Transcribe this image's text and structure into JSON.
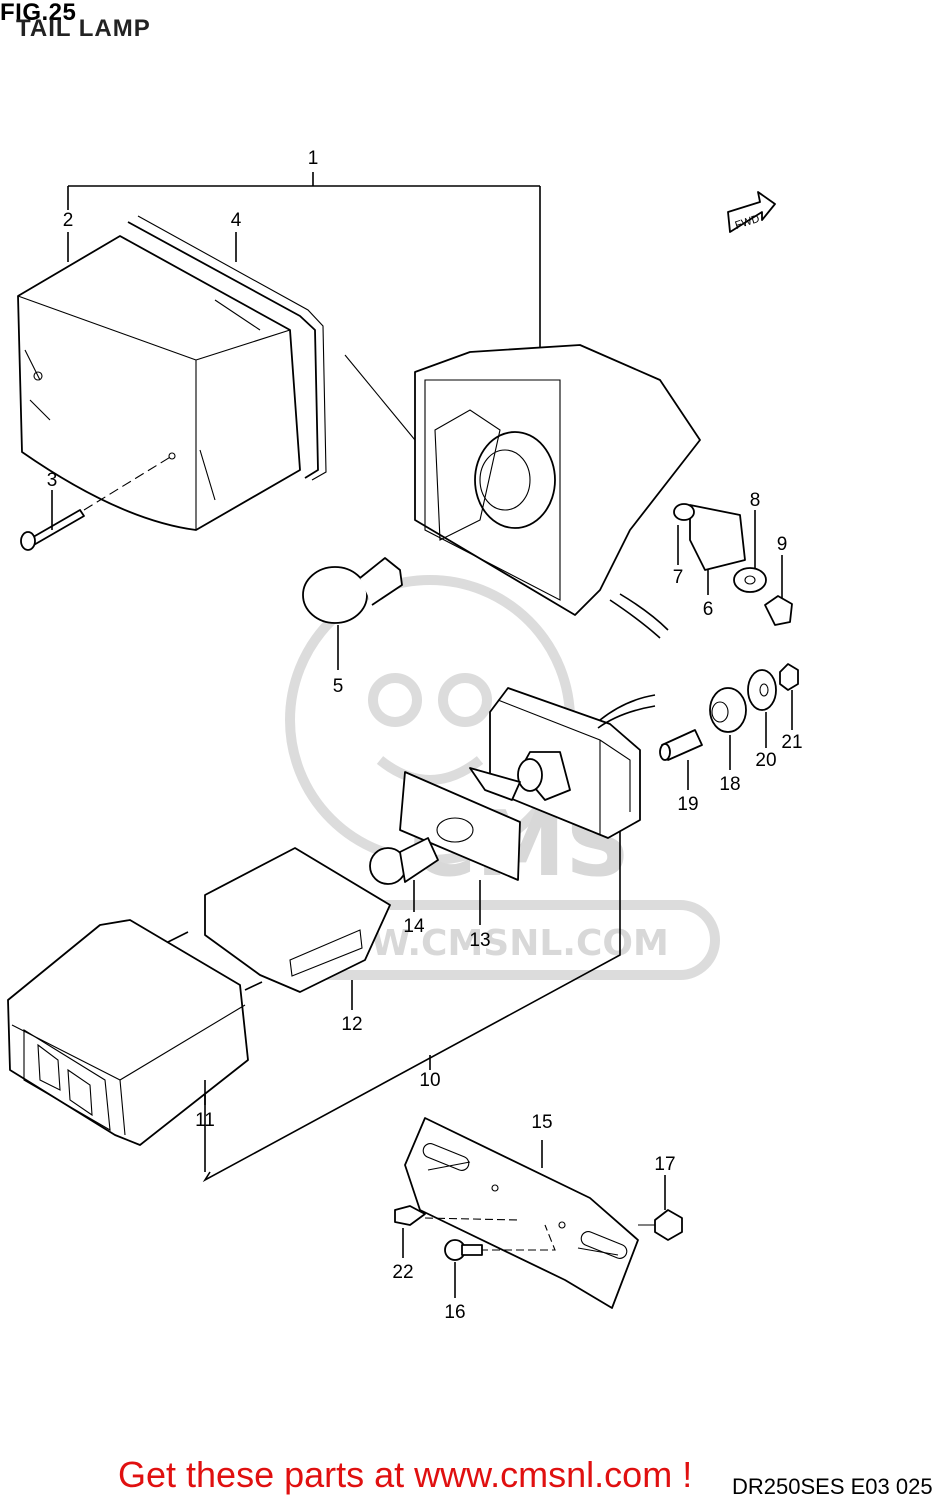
{
  "header": {
    "fig_label": "FIG.25",
    "title": "TAIL LAMP"
  },
  "fwd_badge": "FWD",
  "watermark": {
    "brand": "CMS",
    "url": "WWW.CMSNL.COM"
  },
  "callouts": {
    "p1": "1",
    "p2": "2",
    "p3": "3",
    "p4": "4",
    "p5": "5",
    "p6": "6",
    "p7": "7",
    "p8": "8",
    "p9": "9",
    "p10": "10",
    "p11": "11",
    "p12": "12",
    "p13": "13",
    "p14": "14",
    "p15": "15",
    "p16": "16",
    "p17": "17",
    "p18": "18",
    "p19": "19",
    "p20": "20",
    "p21": "21",
    "p22": "22"
  },
  "footer": {
    "cta": "Get these parts at www.cmsnl.com !",
    "diagram_code": "DR250SES E03  025"
  },
  "colors": {
    "cta": "#e01010",
    "line": "#000000",
    "watermark": "#d8d8d8"
  }
}
